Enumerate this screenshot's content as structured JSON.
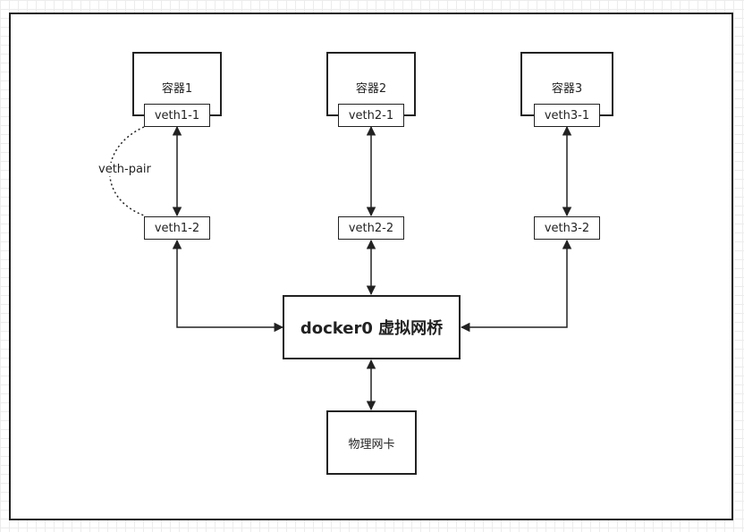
{
  "containers": [
    {
      "label": "容器1",
      "veth_in": "veth1-1",
      "veth_out": "veth1-2"
    },
    {
      "label": "容器2",
      "veth_in": "veth2-1",
      "veth_out": "veth2-2"
    },
    {
      "label": "容器3",
      "veth_in": "veth3-1",
      "veth_out": "veth3-2"
    }
  ],
  "pair_label": "veth-pair",
  "bridge_label": "docker0 虚拟网桥",
  "nic_label": "物理网卡"
}
